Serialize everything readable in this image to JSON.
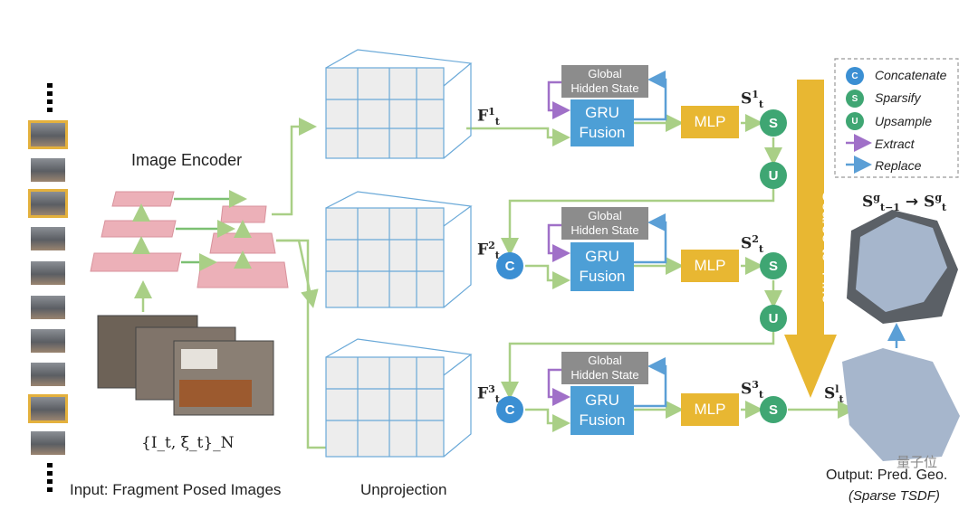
{
  "labels": {
    "image_encoder": "Image Encoder",
    "input_formula": "{I_t, ξ_t}_N",
    "input_caption": "Input: Fragment Posed Images",
    "unprojection": "Unprojection",
    "output_caption": "Output: Pred. Geo.",
    "output_sub": "(Sparse TSDF)",
    "coarse_to_fine": "Coarse-to- Fine",
    "watermark": "量子位"
  },
  "stages": [
    {
      "feature": "F",
      "feature_sup": "1",
      "feature_sub": "t",
      "hidden_1": "Global",
      "hidden_2": "Hidden State",
      "gru_1": "GRU",
      "gru_2": "Fusion",
      "mlp": "MLP",
      "sparse": "S",
      "sparse_sup": "1",
      "sparse_sub": "t"
    },
    {
      "feature": "F",
      "feature_sup": "2",
      "feature_sub": "t",
      "hidden_1": "Global",
      "hidden_2": "Hidden State",
      "gru_1": "GRU",
      "gru_2": "Fusion",
      "mlp": "MLP",
      "sparse": "S",
      "sparse_sup": "2",
      "sparse_sub": "t"
    },
    {
      "feature": "F",
      "feature_sup": "3",
      "feature_sub": "t",
      "hidden_1": "Global",
      "hidden_2": "Hidden State",
      "gru_1": "GRU",
      "gru_2": "Fusion",
      "mlp": "MLP",
      "sparse": "S",
      "sparse_sup": "3",
      "sparse_sub": "t"
    }
  ],
  "nodes": {
    "concat": "C",
    "sparsify": "S",
    "upsample": "U"
  },
  "final_output": {
    "symbol": "S",
    "sup": "l",
    "sub": "t"
  },
  "global_update": {
    "prev": "S",
    "prev_sup": "g",
    "prev_sub": "t−1",
    "next": "S",
    "next_sup": "g",
    "next_sub": "t"
  },
  "legend": [
    {
      "symbol": "C",
      "label": "Concatenate",
      "color": "#3b8fd3"
    },
    {
      "symbol": "S",
      "label": "Sparsify",
      "color": "#3fa673"
    },
    {
      "symbol": "U",
      "label": "Upsample",
      "color": "#3fa673"
    },
    {
      "symbol": "arrow-icon",
      "label": "Extract",
      "color": "#a070c8"
    },
    {
      "symbol": "arrow-icon",
      "label": "Replace",
      "color": "#5b9fd6"
    }
  ],
  "colors": {
    "flow": "#a9cf86",
    "extract": "#a070c8",
    "replace": "#5b9fd6",
    "coarse": "#e8b732",
    "encoder": "#ecb0b8"
  }
}
